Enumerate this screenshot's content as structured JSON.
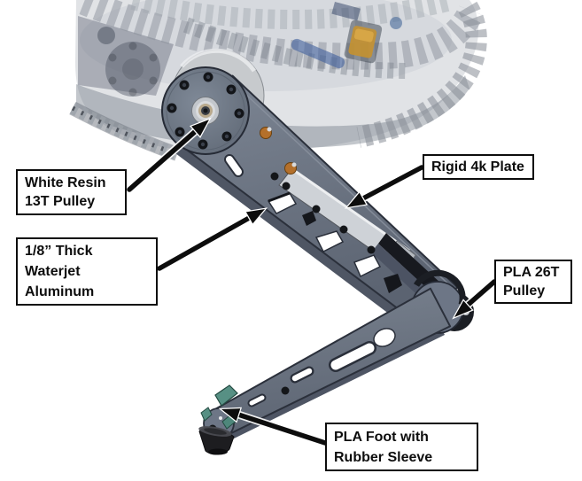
{
  "callouts": [
    {
      "id": "white-resin-pulley",
      "lines": [
        "White Resin",
        "13T Pulley"
      ]
    },
    {
      "id": "waterjet-aluminum",
      "lines": [
        "1/8” Thick",
        "Waterjet",
        "Aluminum"
      ]
    },
    {
      "id": "rigid-4k-plate",
      "lines": [
        "Rigid 4k Plate"
      ]
    },
    {
      "id": "pla-26t-pulley",
      "lines": [
        "PLA 26T",
        "Pulley"
      ]
    },
    {
      "id": "pla-foot",
      "lines": [
        "PLA Foot with",
        "Rubber Sleeve"
      ]
    }
  ],
  "colors": {
    "background": "#ffffff",
    "arrow": "#0d0d0d",
    "callout_border": "#0d0d0d",
    "leg_plate": "#6d7686",
    "leg_plate_edge": "#2b303b",
    "rigid_plate": "#ced2d7",
    "belt": "#17191f",
    "knee_pulley": "#1b1e24",
    "rubber_sleeve": "#1d1d20",
    "pla_foot_teal": "#579084",
    "orange_standoff": "#b4702b",
    "silver_pulley": "#c7cacd",
    "chassis_ghost": "#b7bcc3",
    "motor_yellow": "#c39132",
    "blue_rail": "#41609c"
  }
}
